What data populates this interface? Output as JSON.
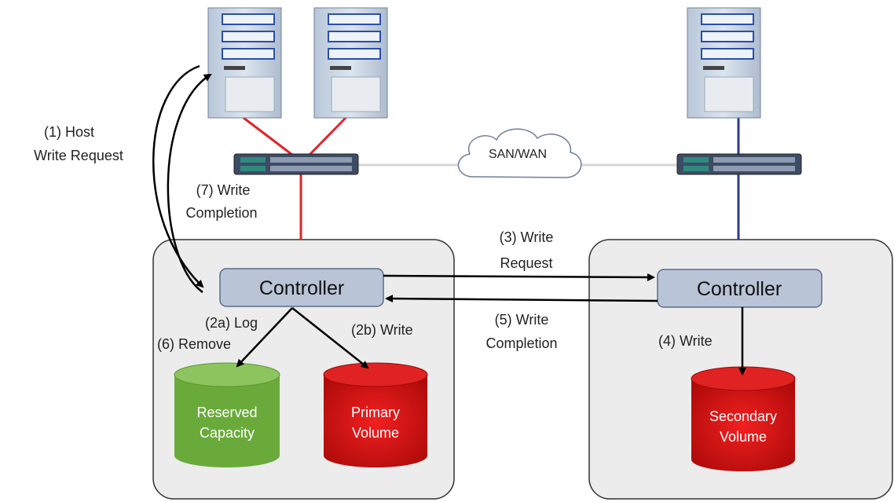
{
  "left_site": {
    "controller_label": "Controller",
    "reserved_capacity": {
      "line1": "Reserved",
      "line2": "Capacity"
    },
    "primary_volume": {
      "line1": "Primary",
      "line2": "Volume"
    }
  },
  "right_site": {
    "controller_label": "Controller",
    "secondary_volume": {
      "line1": "Secondary",
      "line2": "Volume"
    }
  },
  "network": {
    "cloud_label": "SAN/WAN"
  },
  "steps": {
    "host_write_request": {
      "line1": "(1) Host",
      "line2": "Write Request"
    },
    "log": "(2a) Log",
    "remove": "(6) Remove",
    "write_primary": "(2b) Write",
    "write_request": {
      "line1": "(3) Write",
      "line2": "Request"
    },
    "write_secondary": "(4) Write",
    "write_completion_remote": {
      "line1": "(5) Write",
      "line2": "Completion"
    },
    "write_completion_host": {
      "line1": "(7) Write",
      "line2": "Completion"
    }
  },
  "colors": {
    "primary_link": "#e0242a",
    "secondary_link": "#2e3a8c",
    "reserved_green": "#6aaa3a",
    "volume_red": "#d01010",
    "controller_fill": "#b9c4d6",
    "site_box_fill": "#ececec"
  }
}
